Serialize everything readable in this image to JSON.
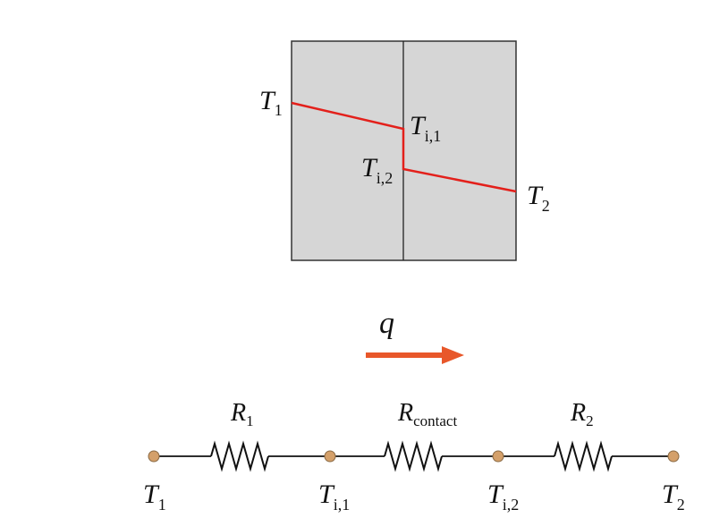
{
  "wall_diagram": {
    "labels": {
      "t1": {
        "main": "T",
        "sub": "1"
      },
      "ti1": {
        "main": "T",
        "sub": "i,1"
      },
      "ti2": {
        "main": "T",
        "sub": "i,2"
      },
      "t2": {
        "main": "T",
        "sub": "2"
      }
    },
    "colors": {
      "wall_fill": "#d6d6d6",
      "temperature_line": "#e3201b"
    }
  },
  "heat_flow": {
    "label": "q",
    "arrow_color": "#e8572a"
  },
  "circuit": {
    "resistors": [
      {
        "main": "R",
        "sub": "1"
      },
      {
        "main": "R",
        "sub": "contact"
      },
      {
        "main": "R",
        "sub": "2"
      }
    ],
    "nodes": [
      {
        "main": "T",
        "sub": "1"
      },
      {
        "main": "T",
        "sub": "i,1"
      },
      {
        "main": "T",
        "sub": "i,2"
      },
      {
        "main": "T",
        "sub": "2"
      }
    ],
    "node_color": "#d4a06a"
  }
}
